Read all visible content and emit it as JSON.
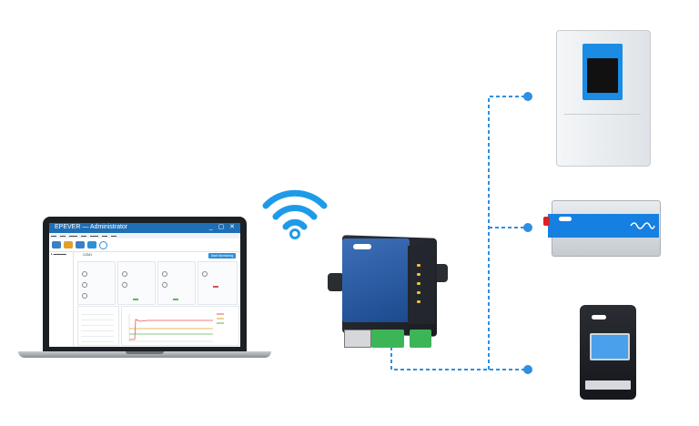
{
  "laptop_app": {
    "window_title": "EPEVER — Administrator",
    "window_buttons": "_ ▢ ✕",
    "start_button": "Start Monitoring",
    "connection_bar": "COM1",
    "accent_color": "#1f6fb6"
  },
  "colors": {
    "link_line": "#2f8fe0",
    "terminal_green": "#3cb557",
    "server_blue": "#2a5ea8",
    "inverter_blue": "#1680e0"
  },
  "icons": {
    "wifi": "wifi-icon",
    "ethernet": "rj45-port",
    "connector": "terminal-block"
  }
}
